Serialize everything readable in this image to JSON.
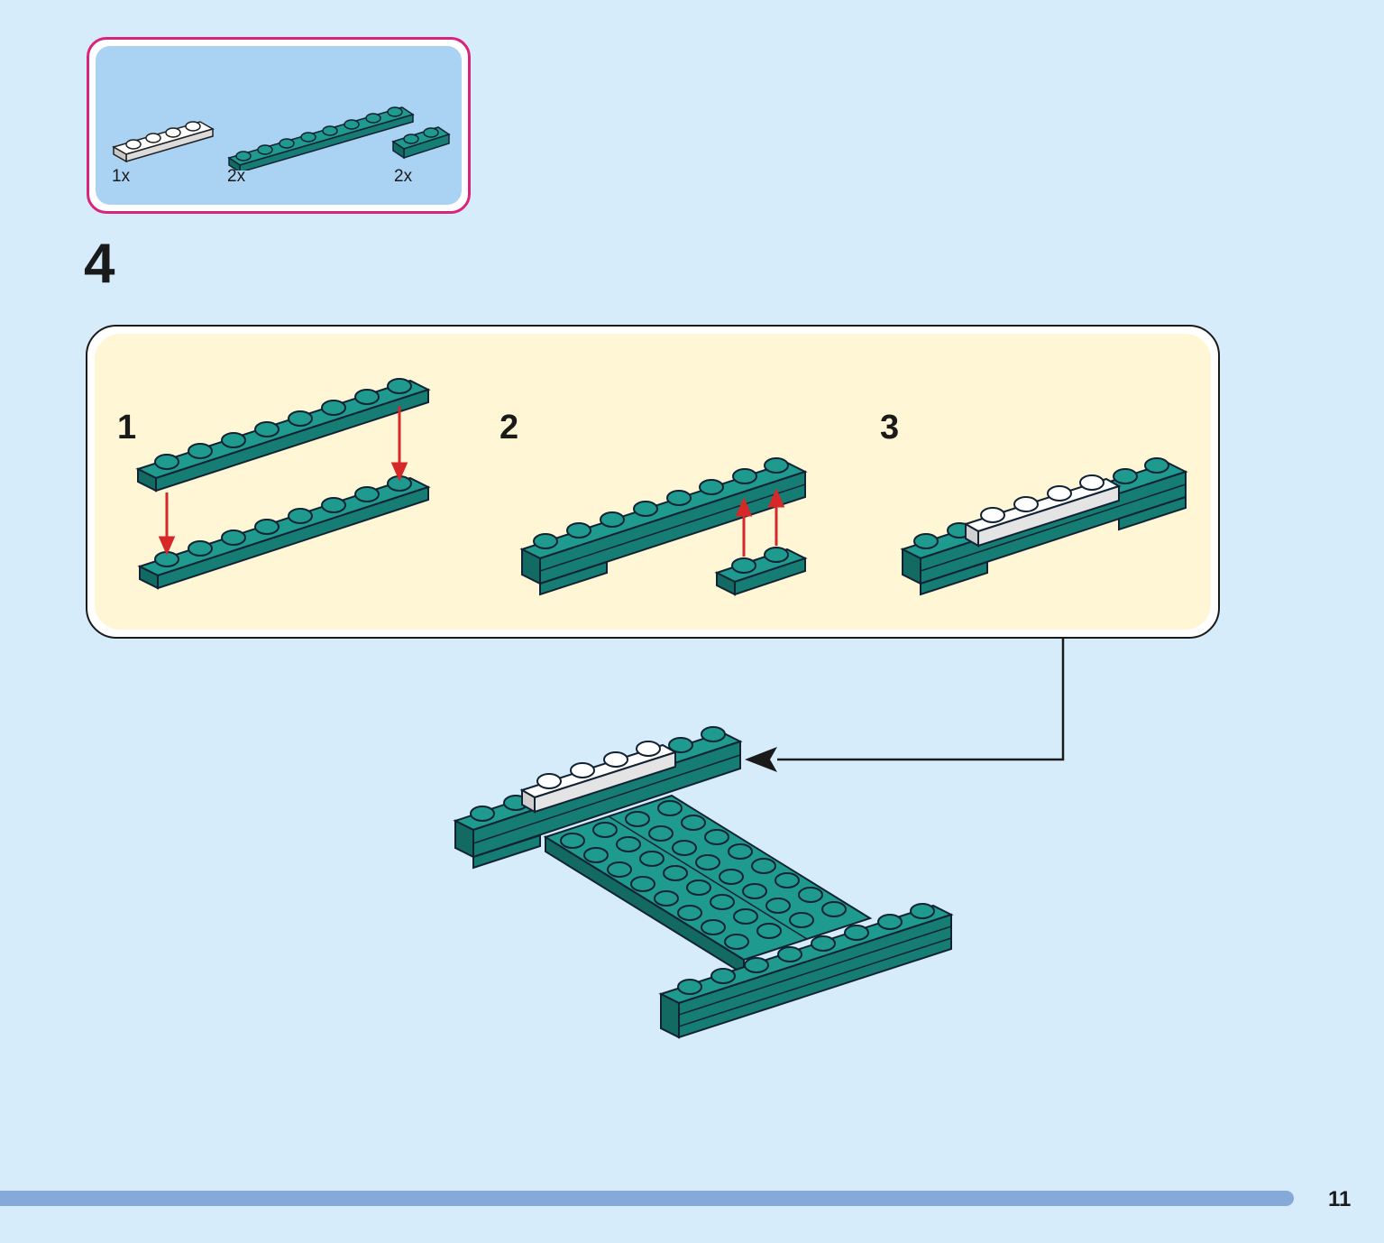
{
  "parts_list": {
    "items": [
      {
        "part": "white 1x4 plate",
        "quantity": "1x"
      },
      {
        "part": "teal 1x8 plate",
        "quantity": "2x"
      },
      {
        "part": "teal 1x2 plate",
        "quantity": "2x"
      }
    ]
  },
  "step": {
    "number": "4",
    "substeps": [
      {
        "number": "1"
      },
      {
        "number": "2"
      },
      {
        "number": "3"
      }
    ]
  },
  "colors": {
    "background": "#d6ecfb",
    "brick_teal": "#1f9a8f",
    "brick_white": "#ffffff",
    "arrow_red": "#d62828",
    "parts_border": "#d8247a",
    "progress_bar": "#85a9d8"
  },
  "footer": {
    "page_number": "11",
    "progress": 0.935
  }
}
